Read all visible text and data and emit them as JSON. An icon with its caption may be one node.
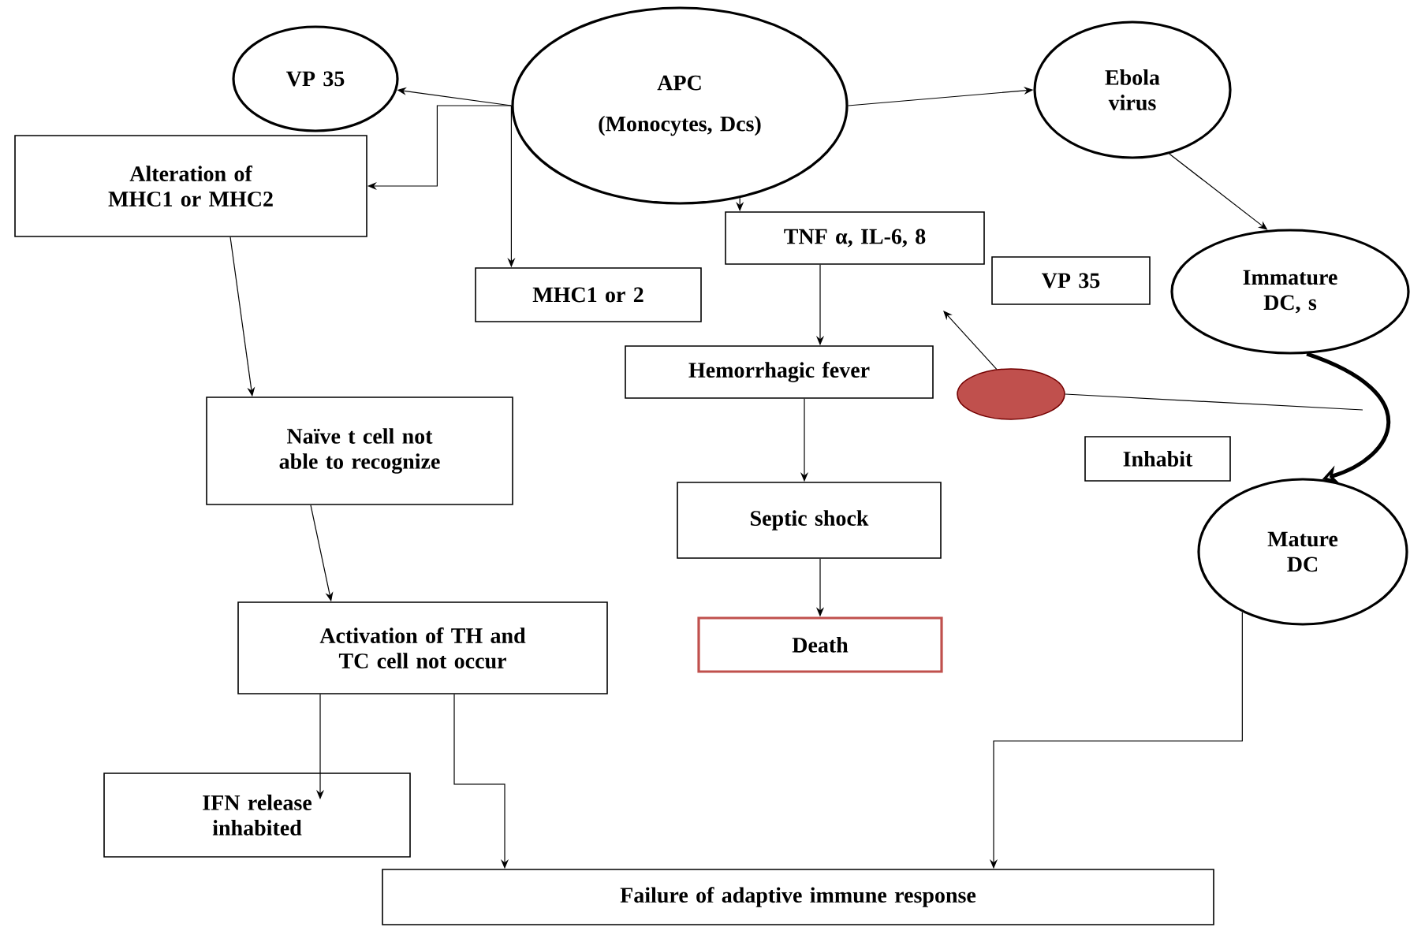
{
  "diagram": {
    "nodes": [
      {
        "text": [
          "VP 35"
        ]
      },
      {
        "text": [
          "APC",
          "(Monocytes, Dcs)"
        ]
      },
      {
        "text": [
          "Alteration of MHC1 or MHC2"
        ]
      },
      {
        "text": [
          "MHC1 or 2"
        ]
      },
      {
        "text": [
          "TNF α, IL-6, 8"
        ]
      },
      {
        "text": [
          "Ebola virus"
        ]
      },
      {
        "text": [
          "Immature DC, s"
        ]
      },
      {
        "text": [
          "VP 35"
        ]
      },
      {
        "text": [
          "Hemorrhagic fever"
        ]
      },
      {
        "text": [],
        "shape": "circle"
      },
      {
        "text": [
          "Inhabit"
        ]
      },
      {
        "text": [
          "Naïve t cell not able to recognize"
        ]
      },
      {
        "text": [
          "Septic shock"
        ]
      },
      {
        "text": [
          "Mature DC"
        ]
      },
      {
        "text": [
          "Death"
        ]
      },
      {
        "text": [
          "Activation of TH and TC cell not occur"
        ]
      },
      {
        "text": [
          "IFN release inhabited"
        ]
      },
      {
        "text": [
          "Failure of adaptive immune response"
        ]
      }
    ],
    "edges": [
      {
        "from": 1,
        "to": 0,
        "arrow": "to"
      },
      {
        "from": 1,
        "to": 2,
        "arrow": "to"
      },
      {
        "from": 1,
        "to": 3,
        "arrow": "to"
      },
      {
        "from": 1,
        "to": 4,
        "arrow": "to"
      },
      {
        "from": 1,
        "to": 5,
        "arrow": "to"
      },
      {
        "from": 5,
        "to": 6,
        "arrow": "to"
      },
      {
        "from": 2,
        "to": 11,
        "arrow": "to"
      },
      {
        "from": 4,
        "to": 8,
        "arrow": "to"
      },
      {
        "from": 8,
        "to": 12,
        "arrow": "to"
      },
      {
        "from": 12,
        "to": 14,
        "arrow": "to"
      },
      {
        "from": 9,
        "to": null,
        "arrow": "to"
      },
      {
        "from": 9,
        "to": null,
        "arrow": "none"
      },
      {
        "from": 6,
        "to": 13,
        "arrow": "to",
        "style": "thick"
      },
      {
        "from": 11,
        "to": 15,
        "arrow": "to"
      },
      {
        "from": 15,
        "to": 16,
        "arrow": "to"
      },
      {
        "from": 15,
        "to": 17,
        "arrow": "to"
      },
      {
        "from": 13,
        "to": 17,
        "arrow": "to"
      }
    ]
  }
}
